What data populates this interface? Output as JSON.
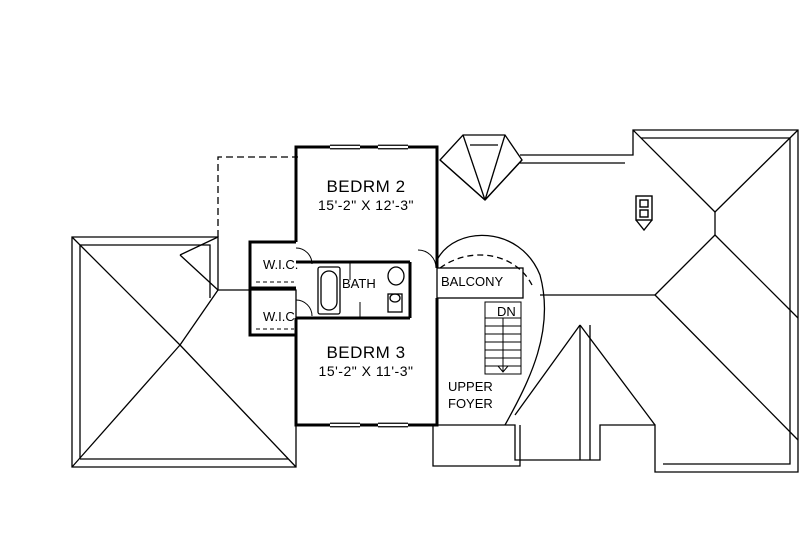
{
  "rooms": {
    "bedroom2": {
      "name": "BEDRM 2",
      "dims": "15'-2\" X 12'-3\""
    },
    "bedroom3": {
      "name": "BEDRM 3",
      "dims": "15'-2\" X 11'-3\""
    },
    "wic_upper": "W.I.C.",
    "wic_lower": "W.I.C.",
    "bath": "BATH",
    "balcony": "BALCONY",
    "stair": "DN",
    "foyer": [
      "UPPER",
      "FOYER"
    ]
  },
  "colors": {
    "line": "#000000",
    "background": "#ffffff"
  }
}
